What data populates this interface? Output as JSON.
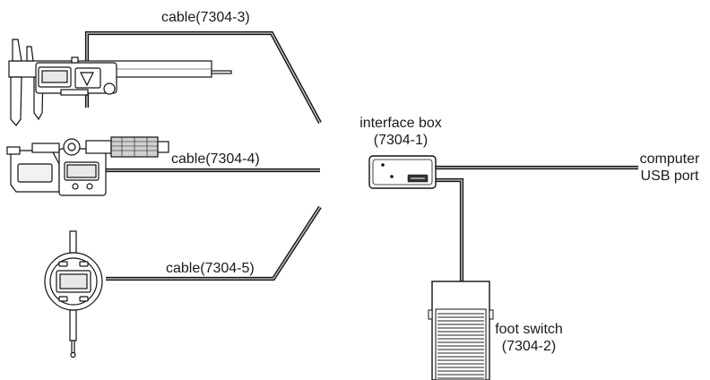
{
  "labels": {
    "cable_3": "cable(7304-3)",
    "cable_4": "cable(7304-4)",
    "cable_5": "cable(7304-5)",
    "interface_box_name": "interface box",
    "interface_box_code": "(7304-1)",
    "computer_line1": "computer",
    "computer_line2": "USB port",
    "foot_switch_name": "foot switch",
    "foot_switch_code": "(7304-2)"
  }
}
